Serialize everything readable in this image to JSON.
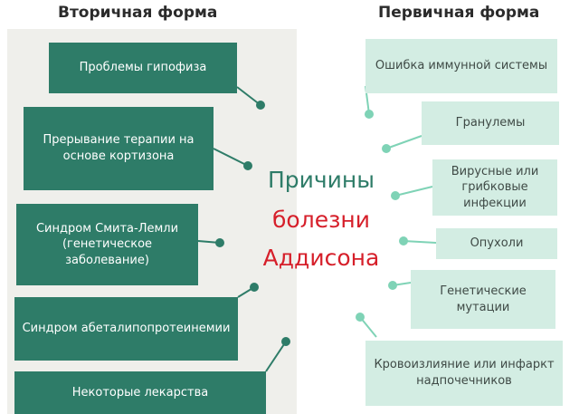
{
  "headings": {
    "secondary": "Вторичная форма",
    "primary": "Первичная форма"
  },
  "center_title": {
    "line1": "Причины",
    "line2": "болезни",
    "line3": "Аддисона"
  },
  "secondary_causes": [
    "Проблемы гипофиза",
    "Прерывание терапии на основе кортизона",
    "Синдром Смита-Лемли (генетическое заболевание)",
    "Синдром абеталипопротеинемии",
    "Некоторые лекарства"
  ],
  "primary_causes": [
    "Ошибка иммунной системы",
    "Гранулемы",
    "Вирусные или грибковые инфекции",
    "Опухоли",
    "Генетические мутации",
    "Кровоизлияние или инфаркт надпочечников"
  ],
  "colors": {
    "dark_box": "#2e7c68",
    "light_box": "#d3ede3",
    "title_green": "#2e7c68",
    "title_red": "#d61f2a",
    "connector_dark": "#2e7c68",
    "connector_light": "#7fd3b6",
    "left_panel": "#efefeb"
  }
}
